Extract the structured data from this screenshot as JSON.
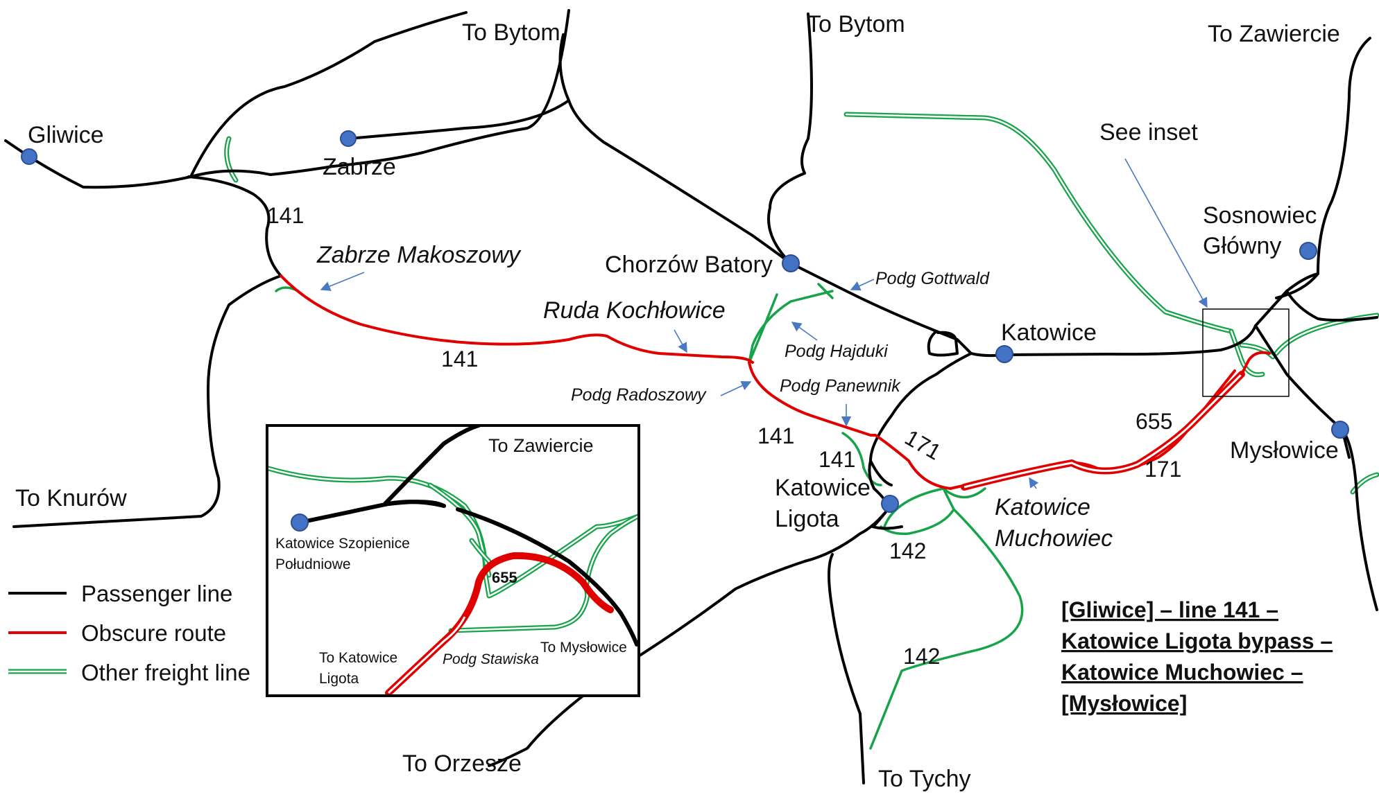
{
  "labels": {
    "to_bytom_1": "To Bytom",
    "to_bytom_2": "To Bytom",
    "to_zawiercie": "To Zawiercie",
    "gliwice": "Gliwice",
    "zabrze": "Zabrze",
    "see_inset": "See inset",
    "sosnowiec_1": "Sosnowiec",
    "sosnowiec_2": "Główny",
    "chorzow_batory": "Chorzów Batory",
    "zabrze_makoszowy": "Zabrze Makoszowy",
    "ruda_kochlowice": "Ruda Kochłowice",
    "katowice": "Katowice",
    "myslowice": "Mysłowice",
    "to_knurow": "To Knurów",
    "katowice_ligota_1": "Katowice",
    "katowice_ligota_2": "Ligota",
    "katowice_muchowiec_1": "Katowice",
    "katowice_muchowiec_2": "Muchowiec",
    "to_orzesze": "To Orzesze",
    "to_tychy": "To Tychy"
  },
  "podg": {
    "gottwald": "Podg Gottwald",
    "hajduki": "Podg Hajduki",
    "radoszowy": "Podg Radoszowy",
    "panewnik": "Podg Panewnik"
  },
  "line_numbers": {
    "n141_a": "141",
    "n141_b": "141",
    "n141_c": "141",
    "n141_d": "141",
    "n171_a": "171",
    "n171_b": "171",
    "n655": "655",
    "n142_a": "142",
    "n142_b": "142"
  },
  "inset": {
    "to_zawiercie": "To Zawiercie",
    "station_line1": "Katowice Szopienice",
    "station_line2": "Południowe",
    "line_655": "655",
    "to_katowice_1": "To Katowice",
    "to_katowice_2": "Ligota",
    "podg_stawiska": "Podg Stawiska",
    "to_myslowice": "To Mysłowice"
  },
  "legend": {
    "passenger": "Passenger line",
    "obscure": "Obscure route",
    "freight": "Other freight line"
  },
  "caption": {
    "line1": "[Gliwice] – line 141 –",
    "line2": "Katowice Ligota bypass –",
    "line3": "Katowice Muchowiec –",
    "line4": "[Mysłowice]"
  },
  "colors": {
    "passenger_line": "#000000",
    "obscure_route": "#e00000",
    "freight_line": "#16a34a",
    "station": "#4472c4",
    "pointer_arrow": "#4a78c2"
  }
}
